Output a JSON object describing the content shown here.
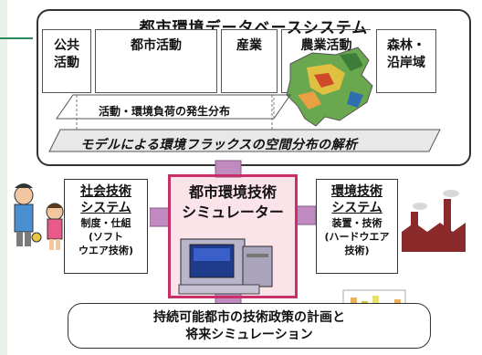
{
  "system_title": "都市環境データベースシステム",
  "categories": [
    "公共\n活動",
    "都市活動",
    "産業",
    "農業活動",
    "森林・\n沿岸域"
  ],
  "distribution_label": "活動・環境負荷の発生分布",
  "flux_label": "モデルによる環境フラックスの空間分布の解析",
  "simulator": {
    "line1": "都市環境技術",
    "line2": "シミュレーター"
  },
  "social": {
    "title1": "社会技術",
    "title2": "システム",
    "sub1": "制度・仕組",
    "sub2": "(ソフト",
    "sub3": "ウエア技術)"
  },
  "env": {
    "title1": "環境技術",
    "title2": "システム",
    "sub1": "装置・技術",
    "sub2": "(ハードウエア",
    "sub3": "技術)"
  },
  "bottom": {
    "line1": "持続可能都市の技術政策の計画と",
    "line2": "将来シミュレーション"
  },
  "colors": {
    "accent": "#c8306a",
    "arrow": "#c08cc0",
    "green_line": "#2e8b57"
  }
}
